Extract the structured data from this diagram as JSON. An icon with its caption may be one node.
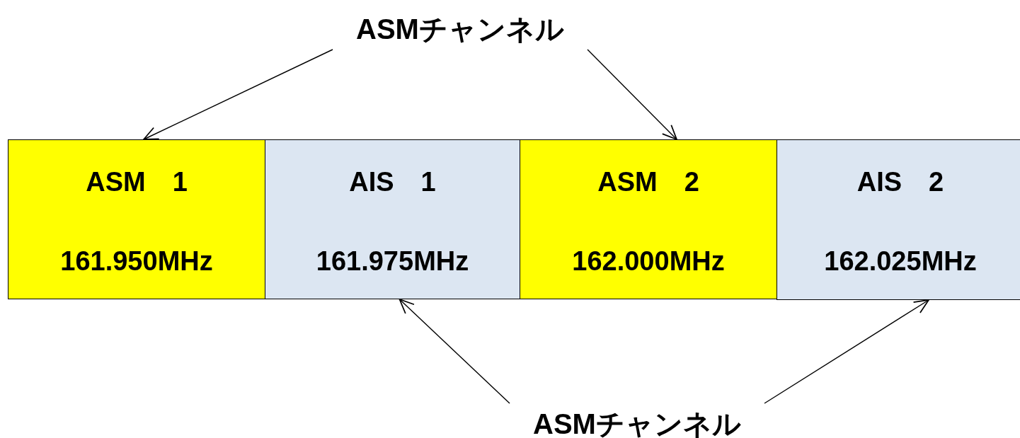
{
  "diagram": {
    "nodes": [
      {
        "text": [
          "ASMチャンネル"
        ]
      },
      {
        "text": [
          "ASM　1",
          "161.950MHz"
        ]
      },
      {
        "text": [
          "AIS　1",
          "161.975MHz"
        ]
      },
      {
        "text": [
          "ASM　2",
          "162.000MHz"
        ]
      },
      {
        "text": [
          "AIS　2",
          "162.025MHz"
        ]
      },
      {
        "text": [
          "ASMチャンネル"
        ]
      }
    ],
    "edges": [
      {
        "from": 0,
        "to": 1,
        "arrow": "to"
      },
      {
        "from": 0,
        "to": 3,
        "arrow": "to"
      },
      {
        "from": 5,
        "to": 2,
        "arrow": "to"
      },
      {
        "from": 5,
        "to": 4,
        "arrow": "to"
      }
    ]
  }
}
